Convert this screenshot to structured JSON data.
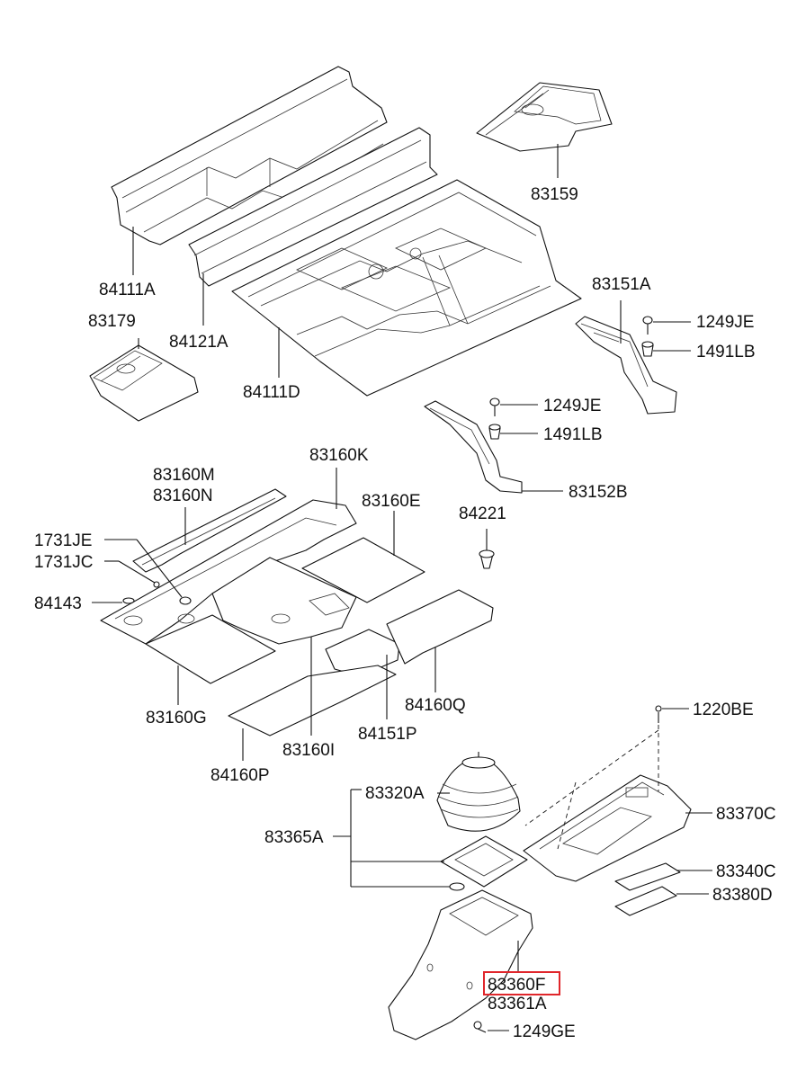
{
  "colors": {
    "line": "#111111",
    "highlight": "#e0262b",
    "background": "#ffffff"
  },
  "highlighted_part": "83360F",
  "labels": {
    "l_84111A": "84111A",
    "l_84121A": "84121A",
    "l_84111D": "84111D",
    "l_83179": "83179",
    "l_83159": "83159",
    "l_83151A": "83151A",
    "l_1249JE_a": "1249JE",
    "l_1491LB_a": "1491LB",
    "l_1249JE_b": "1249JE",
    "l_1491LB_b": "1491LB",
    "l_83152B": "83152B",
    "l_84221": "84221",
    "l_83160M": "83160M",
    "l_83160N": "83160N",
    "l_83160K": "83160K",
    "l_83160E": "83160E",
    "l_1731JE": "1731JE",
    "l_1731JC": "1731JC",
    "l_84143": "84143",
    "l_83160G": "83160G",
    "l_83160I": "83160I",
    "l_84151P": "84151P",
    "l_84160Q": "84160Q",
    "l_84160P": "84160P",
    "l_1220BE": "1220BE",
    "l_83320A": "83320A",
    "l_83365A": "83365A",
    "l_83370C": "83370C",
    "l_83340C": "83340C",
    "l_83380D": "83380D",
    "l_83360F": "83360F",
    "l_83361A": "83361A",
    "l_1249GE": "1249GE"
  }
}
